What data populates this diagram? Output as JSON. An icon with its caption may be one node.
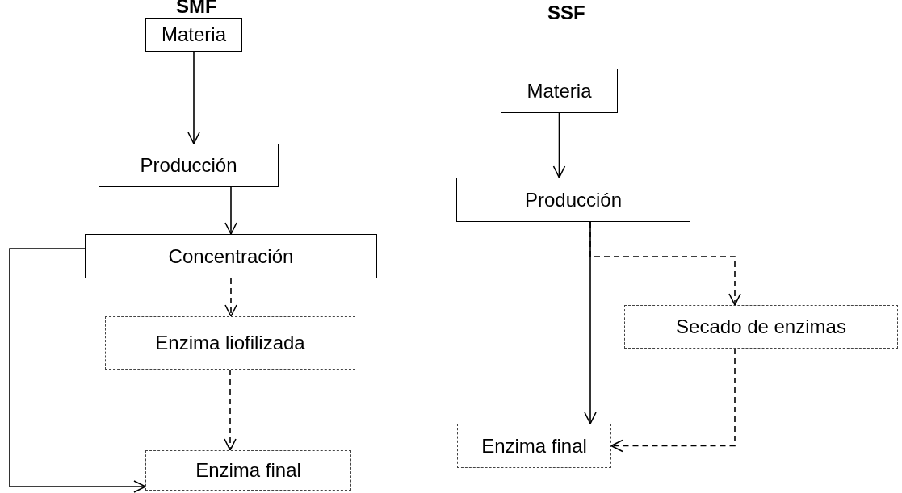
{
  "diagram": {
    "nodes": [
      {
        "text": [
          "Materia"
        ]
      },
      {
        "text": [
          "Producción"
        ]
      },
      {
        "text": [
          "Concentración"
        ]
      },
      {
        "text": [
          "Enzima liofilizada"
        ]
      },
      {
        "text": [
          "Enzima final"
        ]
      },
      {
        "text": [
          "Materia"
        ]
      },
      {
        "text": [
          "Producción"
        ]
      },
      {
        "text": [
          "Secado de enzimas"
        ]
      },
      {
        "text": [
          "Enzima final"
        ]
      }
    ],
    "edges": [
      {
        "from": 0,
        "to": 1,
        "arrow": "to"
      },
      {
        "from": 1,
        "to": 2,
        "arrow": "to"
      },
      {
        "from": 2,
        "to": 3,
        "arrow": "to",
        "style": "dashed"
      },
      {
        "from": 3,
        "to": 4,
        "arrow": "to",
        "style": "dashed"
      },
      {
        "from": 2,
        "to": 4,
        "arrow": "to"
      },
      {
        "from": 5,
        "to": 6,
        "arrow": "to"
      },
      {
        "from": 6,
        "to": 8,
        "arrow": "to"
      },
      {
        "from": 6,
        "to": 7,
        "arrow": "to",
        "style": "dashed"
      },
      {
        "from": 7,
        "to": 8,
        "arrow": "to",
        "style": "dashed"
      }
    ],
    "labels": [
      "SMF",
      "SSF"
    ]
  }
}
